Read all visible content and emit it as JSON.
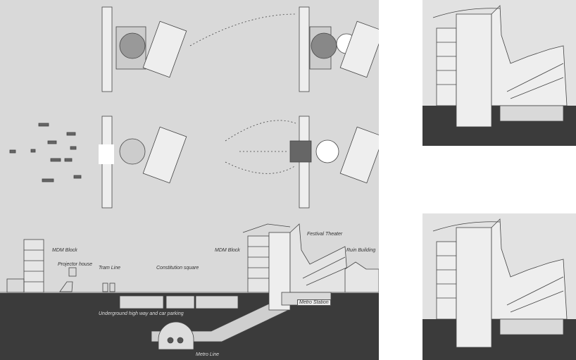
{
  "section_labels": {
    "mdm_block_left": "MDM Block",
    "projector_house": "Projector house",
    "tram_line": "Tram Line",
    "constitution_square": "Constitution square",
    "mdm_block_right": "MDM Block",
    "festival_theater": "Festival Theater",
    "ruin_building": "Ruin Building",
    "metro_station": "Metro Station",
    "underground": "Underground high way and car parking",
    "metro_line": "Metro Line"
  },
  "colors": {
    "background": "#d9d9d9",
    "ground": "#3b3b3b",
    "line": "#444444"
  }
}
